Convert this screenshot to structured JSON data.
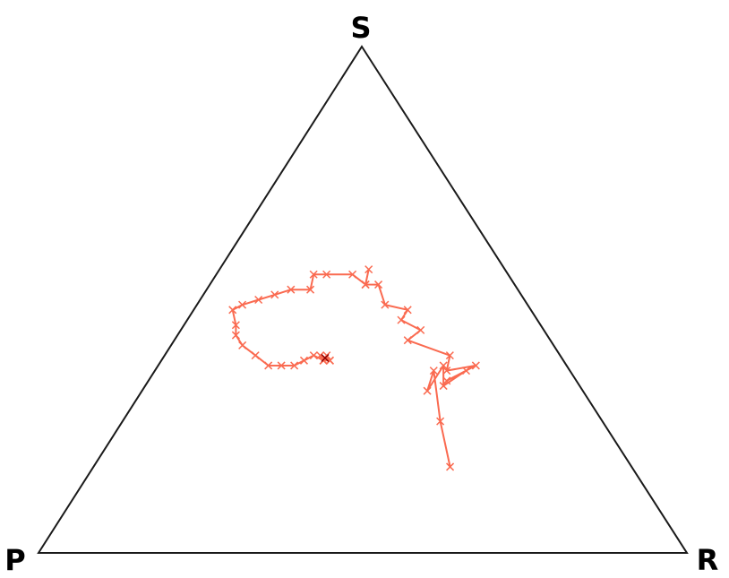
{
  "chart_data": {
    "type": "ternary",
    "vertices": {
      "top": "S",
      "left": "P",
      "right": "R"
    },
    "colors": {
      "frame": "#1a1a1a",
      "trajectory": "#fa6a50",
      "endpoint": "#8b0000"
    },
    "marker": "x",
    "series": [
      {
        "points": [
          [
            0.28,
            0.17,
            0.55
          ],
          [
            0.25,
            0.26,
            0.49
          ],
          [
            0.21,
            0.36,
            0.43
          ],
          [
            0.24,
            0.32,
            0.44
          ],
          [
            0.19,
            0.37,
            0.44
          ],
          [
            0.21,
            0.33,
            0.46
          ],
          [
            0.16,
            0.36,
            0.48
          ],
          [
            0.2,
            0.34,
            0.46
          ],
          [
            0.14,
            0.37,
            0.49
          ],
          [
            0.19,
            0.36,
            0.45
          ],
          [
            0.17,
            0.39,
            0.44
          ],
          [
            0.22,
            0.42,
            0.36
          ],
          [
            0.19,
            0.44,
            0.37
          ],
          [
            0.21,
            0.46,
            0.33
          ],
          [
            0.19,
            0.48,
            0.33
          ],
          [
            0.22,
            0.49,
            0.29
          ],
          [
            0.21,
            0.53,
            0.26
          ],
          [
            0.23,
            0.53,
            0.24
          ],
          [
            0.21,
            0.56,
            0.23
          ],
          [
            0.23,
            0.53,
            0.24
          ],
          [
            0.24,
            0.55,
            0.21
          ],
          [
            0.28,
            0.55,
            0.17
          ],
          [
            0.3,
            0.55,
            0.15
          ],
          [
            0.32,
            0.52,
            0.16
          ],
          [
            0.35,
            0.52,
            0.13
          ],
          [
            0.38,
            0.51,
            0.11
          ],
          [
            0.41,
            0.5,
            0.09
          ],
          [
            0.44,
            0.49,
            0.07
          ],
          [
            0.46,
            0.48,
            0.06
          ],
          [
            0.47,
            0.45,
            0.08
          ],
          [
            0.48,
            0.43,
            0.09
          ],
          [
            0.48,
            0.41,
            0.11
          ],
          [
            0.47,
            0.39,
            0.14
          ],
          [
            0.46,
            0.37,
            0.17
          ],
          [
            0.44,
            0.37,
            0.19
          ],
          [
            0.42,
            0.37,
            0.21
          ],
          [
            0.4,
            0.38,
            0.22
          ],
          [
            0.38,
            0.39,
            0.23
          ],
          [
            0.37,
            0.38,
            0.25
          ],
          [
            0.37,
            0.38,
            0.25
          ],
          [
            0.36,
            0.39,
            0.25
          ],
          [
            0.37,
            0.38,
            0.25
          ],
          [
            0.36,
            0.38,
            0.26
          ],
          [
            0.37,
            0.39,
            0.24
          ],
          [
            0.36,
            0.38,
            0.26
          ]
        ]
      }
    ],
    "final_point": [
      0.365,
      0.385,
      0.25
    ],
    "axis_labels": {
      "top": "S",
      "left": "P",
      "right": "R"
    }
  }
}
